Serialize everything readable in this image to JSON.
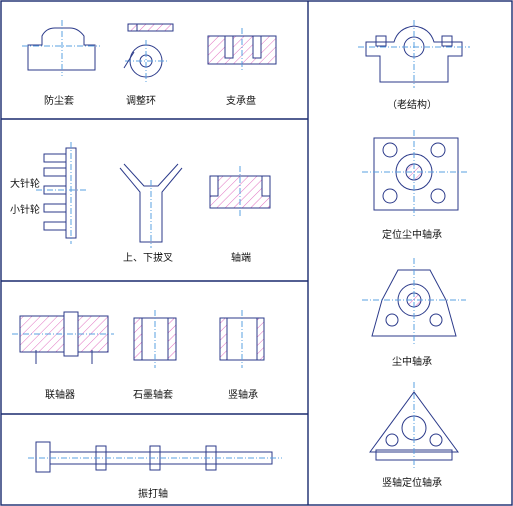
{
  "panels": {
    "row1": {
      "dust_cover": "防尘套",
      "adjust_ring": "调整环",
      "support_plate": "支承盘"
    },
    "row2": {
      "big_pin_wheel": "大针轮",
      "small_pin_wheel": "小针轮",
      "fork": "上、下拔叉",
      "shaft_end": "轴端"
    },
    "row3": {
      "coupling": "联轴器",
      "graphite_sleeve": "石墨轴套",
      "vertical_bearing": "竖轴承"
    },
    "row4": {
      "rapping_shaft": "振打轴"
    },
    "right": {
      "old_structure": "（老结构）",
      "positioned_bearing": "定位尘中轴承",
      "dust_bearing": "尘中轴承",
      "vertical_positioned_bearing": "竖轴定位轴承"
    }
  },
  "colors": {
    "frame": "#1a2a6e",
    "line": "#2b3a8a",
    "center": "#5aa0e0",
    "hatch": "#e070c0"
  }
}
